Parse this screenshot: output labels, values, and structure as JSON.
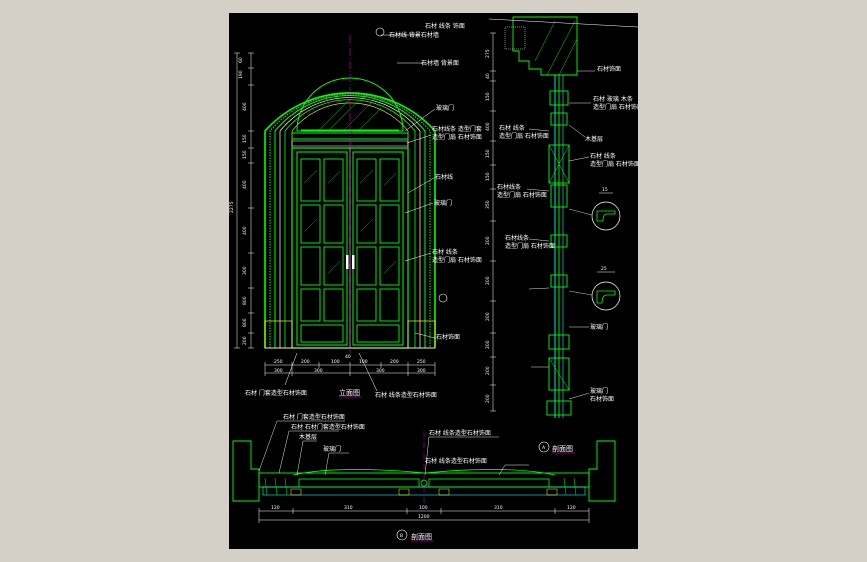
{
  "drawing": {
    "colors": {
      "background": "#000000",
      "frame": "#d4d0c8",
      "primary": "#00ff00",
      "white": "#ffffff",
      "cyan": "#00ffff",
      "yellow": "#ffff00",
      "magenta": "#ff00ff",
      "gray": "#8a8a8a"
    },
    "elevation": {
      "title": "立面图",
      "left_dims": [
        "60",
        "190",
        "400",
        "150",
        "150",
        "400",
        "400",
        "300",
        "800",
        "800",
        "200"
      ],
      "overall_dim": "2275",
      "bottom_dims_top": [
        "250",
        "200",
        "100",
        "100",
        "200",
        "250"
      ],
      "bottom_dims_bottom": [
        "300",
        "300",
        "300",
        "300"
      ],
      "center_mark": "40",
      "labels": {
        "top": "石材线 背景石材墙",
        "arch_right": "石材墙 背景面",
        "glass_1": "玻璃门",
        "panel_1a": "石材线条 造型门套",
        "panel_1b": "造型门扇 石材饰面",
        "frame": "石材线",
        "glass_2": "玻璃门",
        "panel_2a": "石材 线条",
        "panel_2b": "造型门扇 石材饰面",
        "base": "石材饰面",
        "bottom_left": "石材 门套造型石材饰面",
        "bottom_right": "石材 线条造型石材饰面"
      }
    },
    "section": {
      "title": "剖面图",
      "section_no": "A",
      "dims": [
        "275",
        "40",
        "150",
        "400",
        "150",
        "150",
        "350",
        "200",
        "200",
        "200",
        "200",
        "200",
        "200"
      ],
      "labels": {
        "top": "石材 线条 饰面",
        "s1": "石材饰面",
        "s2a": "石材 玻璃 木条",
        "s2b": "造型门扇 石材饰面",
        "s3": "木基层",
        "s4a": "石材 线条",
        "s4b": "造型门扇 石材饰面",
        "s5a": "石材 线条",
        "s5b": "造型门扇 石材饰面",
        "s6a": "石材线条",
        "s6b": "造型门扇 石材饰面",
        "s7": "玻璃门",
        "s8a": "石材线条",
        "s8b": "造型门扇 石材饰面",
        "s9a": "玻璃门",
        "s9b": "石材饰面"
      },
      "detail_1": "15",
      "detail_2": "25"
    },
    "plan": {
      "title": "剖面图",
      "section_no": "B",
      "labels": {
        "l1": "石材 门套造型石材饰面",
        "l2": "石材 石材门套造型石材饰面",
        "l3": "木基层",
        "l4": "玻璃门",
        "l5": "石材 线条造型石材饰面",
        "l6": "石材 线条造型石材饰面"
      },
      "dims": [
        "120",
        "310",
        "100",
        "310",
        "120"
      ],
      "overall_dim": "1200"
    }
  }
}
